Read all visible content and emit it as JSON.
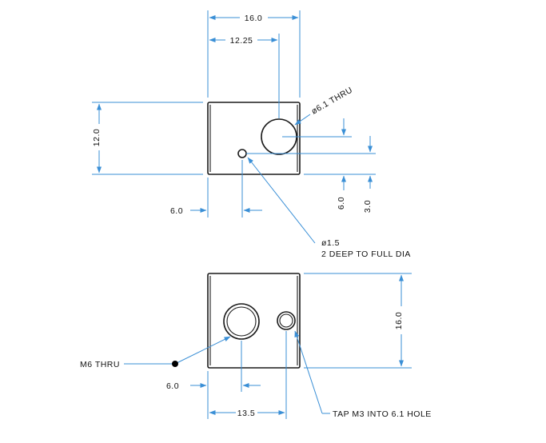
{
  "top_view": {
    "dim_width": "16.0",
    "dim_hole_x": "12.25",
    "dim_height": "12.0",
    "dim_small_hole_x": "6.0",
    "dim_small_hole_y": "6.0",
    "dim_large_hole_y": "3.0",
    "large_hole_callout": "ø6.1 THRU",
    "small_hole_callout_line1": "ø1.5",
    "small_hole_callout_line2": "2 DEEP TO FULL DIA"
  },
  "bottom_view": {
    "dim_height": "16.0",
    "dim_hole_x": "6.0",
    "dim_tap_x": "13.5",
    "m6_callout": "M6 THRU",
    "tap_callout": "TAP M3 INTO 6.1 HOLE"
  },
  "colors": {
    "dimension": "#3a8fd6",
    "part": "#1a1a1a"
  }
}
